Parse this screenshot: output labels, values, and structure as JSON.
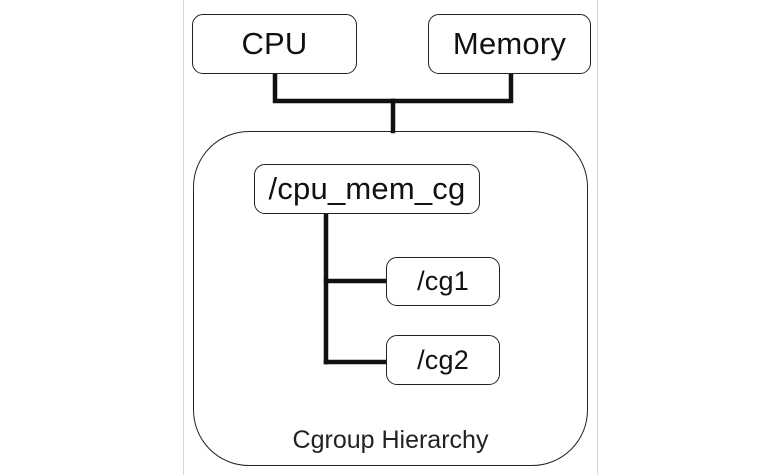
{
  "controllers": [
    {
      "label": "CPU"
    },
    {
      "label": "Memory"
    }
  ],
  "hierarchy": {
    "root": "/cpu_mem_cg",
    "children": [
      "/cg1",
      "/cg2"
    ],
    "label": "Cgroup Hierarchy"
  }
}
